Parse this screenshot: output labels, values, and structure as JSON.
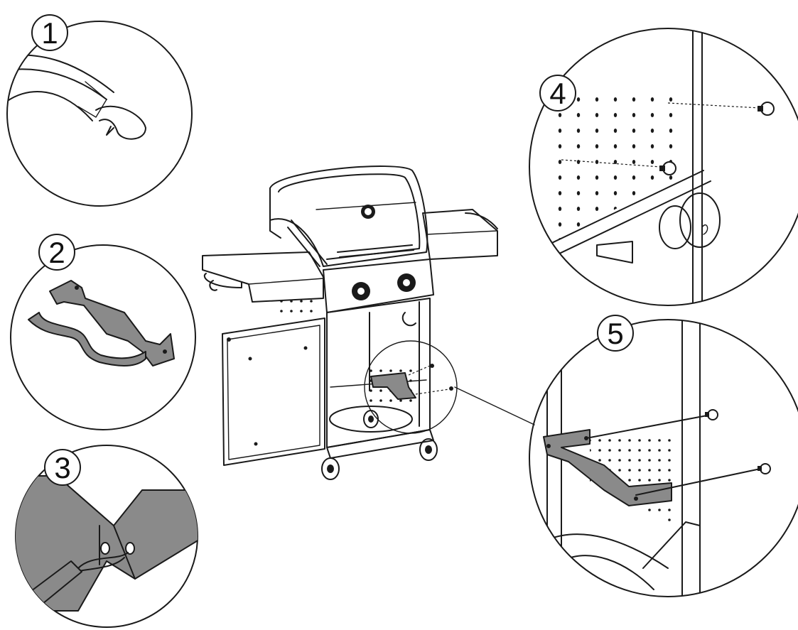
{
  "figure": {
    "callouts": [
      {
        "id": 1,
        "label": "1"
      },
      {
        "id": 2,
        "label": "2"
      },
      {
        "id": 3,
        "label": "3"
      },
      {
        "id": 4,
        "label": "4"
      },
      {
        "id": 5,
        "label": "5"
      }
    ]
  },
  "colors": {
    "line": "#1a1a1a",
    "part_fill": "#8a8a8a",
    "background": "#ffffff"
  }
}
